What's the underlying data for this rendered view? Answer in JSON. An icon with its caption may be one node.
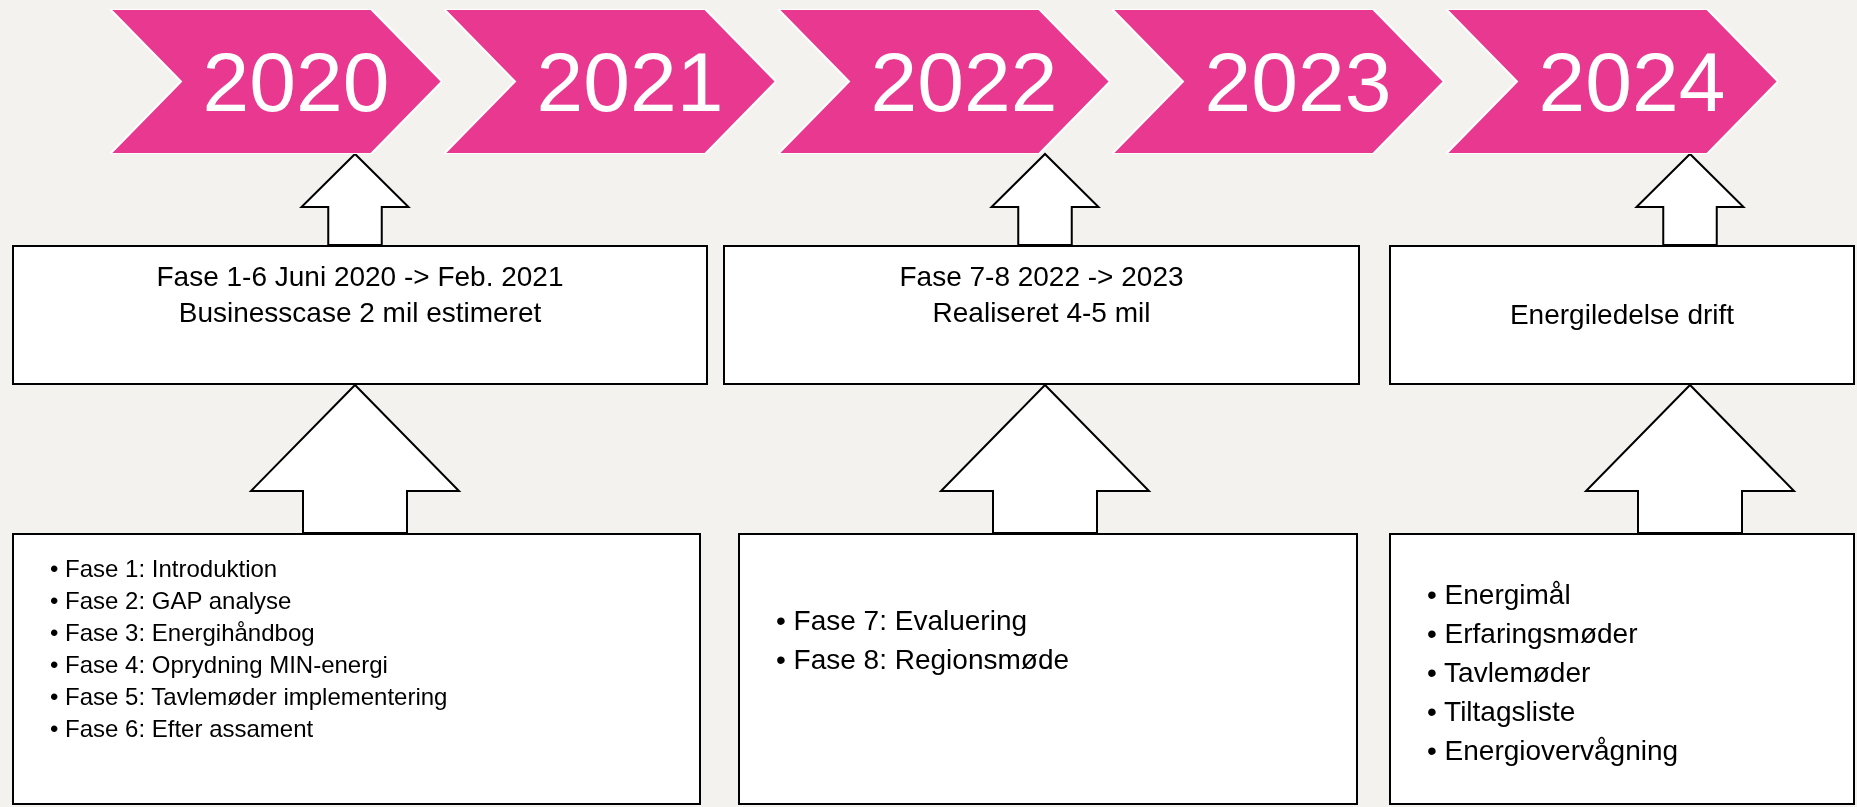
{
  "diagram": {
    "nodes": [
      {
        "text": [
          "2020"
        ]
      },
      {
        "text": [
          "2021"
        ]
      },
      {
        "text": [
          "2022"
        ]
      },
      {
        "text": [
          "2023"
        ]
      },
      {
        "text": [
          "2024"
        ]
      },
      {
        "text": [
          "Fase 1-6 Juni 2020 -> Feb. 2021",
          "Businesscase 2 mil estimeret"
        ]
      },
      {
        "text": [
          "Fase 7-8 2022 -> 2023",
          "Realiseret 4-5 mil"
        ]
      },
      {
        "text": [
          "Energiledelse drift"
        ]
      },
      {
        "text": [
          "• Fase 1: Introduktion",
          "• Fase 2: GAP analyse",
          "• Fase 3: Energihåndbog",
          "• Fase 4: Oprydning MIN-energi",
          "• Fase 5: Tavlemøder implementering",
          "• Fase 6: Efter assament"
        ]
      },
      {
        "text": [
          "• Fase 7: Evaluering",
          "• Fase 8: Regionsmøde"
        ]
      },
      {
        "text": [
          "• Energimål",
          "• Erfaringsmøder",
          "• Tavlemøder",
          "• Tiltagsliste",
          "• Energiovervågning"
        ]
      }
    ],
    "edges": [
      {
        "from": 5,
        "to": 0,
        "arrow": "to"
      },
      {
        "from": 8,
        "to": 5,
        "arrow": "to"
      },
      {
        "from": 6,
        "to": 2,
        "arrow": "to"
      },
      {
        "from": 9,
        "to": 6,
        "arrow": "to"
      },
      {
        "from": 7,
        "to": 4,
        "arrow": "to"
      },
      {
        "from": 10,
        "to": 7,
        "arrow": "to"
      }
    ]
  }
}
